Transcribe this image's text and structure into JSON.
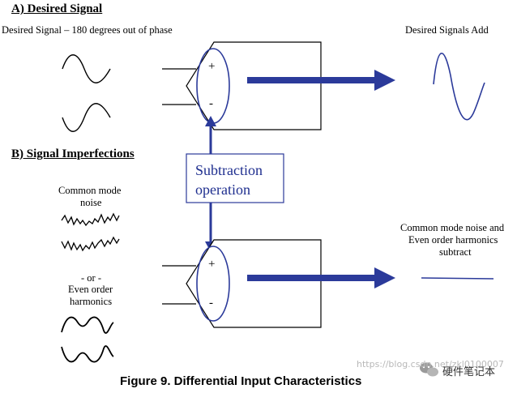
{
  "section_a": {
    "title": "A) Desired Signal",
    "left_label": "Desired Signal – 180 degrees out of phase",
    "right_label": "Desired Signals Add"
  },
  "section_b": {
    "title": "B) Signal Imperfections",
    "noise_label_1": "Common mode",
    "noise_label_2": "noise",
    "or_label": "- or -",
    "harmonics_label_1": "Even order",
    "harmonics_label_2": "harmonics",
    "result_label_1": "Common mode noise and",
    "result_label_2": "Even order harmonics",
    "result_label_3": "subtract"
  },
  "subtraction_box": {
    "line1": "Subtraction",
    "line2": "operation"
  },
  "amplifier": {
    "plus": "+",
    "minus": "-"
  },
  "caption": "Figure 9. Differential Input Characteristics",
  "watermark": "https://blog.csdn.net/zkl0100007",
  "brand": "硬件笔记本",
  "colors": {
    "accent": "#2b3a9a",
    "line": "#000000"
  },
  "icons": {
    "brand_logo": "wechat-icon"
  }
}
